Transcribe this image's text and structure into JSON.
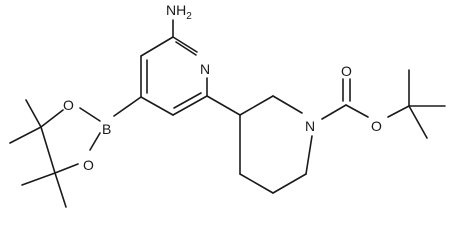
{
  "structure": {
    "atom_labels": {
      "amine": "NH",
      "amine_subscript": "2",
      "pyridine_nitrogen": "N",
      "piperidine_nitrogen": "N",
      "boron": "B",
      "ester_oxygen_upper": "O",
      "ester_oxygen_lower": "O",
      "carbonyl_oxygen": "O",
      "ether_oxygen": "O"
    },
    "colors": {
      "ink": "#1a1a1a",
      "background": "#ffffff"
    }
  }
}
